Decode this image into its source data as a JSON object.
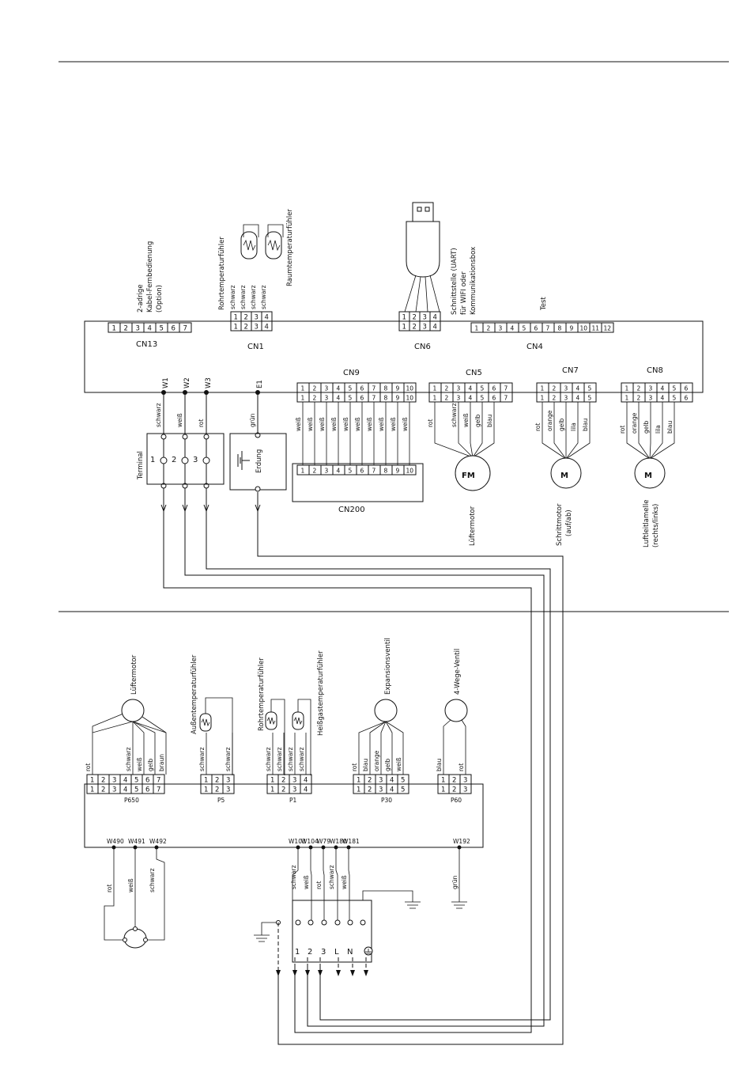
{
  "indoor": {
    "connectors": [
      {
        "id": "cn13",
        "name": "CN13",
        "pins": [
          "1",
          "2",
          "3",
          "4",
          "5",
          "6",
          "7"
        ],
        "label": [
          "2-adrige",
          "Kabel-Fernbedienung",
          "(Option)"
        ]
      },
      {
        "id": "cn1",
        "name": "CN1",
        "pins": [
          "1",
          "2",
          "3",
          "4"
        ],
        "pins2": [
          "1",
          "2",
          "3",
          "4"
        ],
        "wires": [
          "schwarz",
          "schwarz",
          "schwarz",
          "schwarz"
        ],
        "sensors": [
          "Rohrtemperaturfühler",
          "Raumtemperaturfühler"
        ]
      },
      {
        "id": "cn6",
        "name": "CN6",
        "pins": [
          "1",
          "2",
          "3",
          "4"
        ],
        "pins2": [
          "1",
          "2",
          "3",
          "4"
        ],
        "label": [
          "Schnittstelle (UART)",
          "für WIFI oder",
          "Kommunikationsbox"
        ]
      },
      {
        "id": "cn4",
        "name": "CN4",
        "pins": [
          "1",
          "2",
          "3",
          "4",
          "5",
          "6",
          "7",
          "8",
          "9",
          "10",
          "11",
          "12"
        ],
        "label": [
          "Test"
        ]
      },
      {
        "id": "cn9",
        "name": "CN9",
        "pins": [
          "1",
          "2",
          "3",
          "4",
          "5",
          "6",
          "7",
          "8",
          "9",
          "10"
        ],
        "pins2": [
          "1",
          "2",
          "3",
          "4",
          "5",
          "6",
          "7",
          "8",
          "9",
          "10"
        ],
        "wires": [
          "weiß",
          "weiß",
          "weiß",
          "weiß",
          "weiß",
          "weiß",
          "weiß",
          "weiß",
          "weiß",
          "weiß"
        ]
      },
      {
        "id": "cn200",
        "name": "CN200",
        "pins": [
          "1",
          "2",
          "3",
          "4",
          "5",
          "6",
          "7",
          "8",
          "9",
          "10"
        ]
      },
      {
        "id": "cn5",
        "name": "CN5",
        "pins": [
          "1",
          "2",
          "3",
          "4",
          "5",
          "6",
          "7"
        ],
        "pins2": [
          "1",
          "2",
          "3",
          "4",
          "5",
          "6",
          "7"
        ],
        "wires": [
          "rot",
          "schwarz",
          "weiß",
          "gelb",
          "blau"
        ],
        "motor": "FM",
        "label": [
          "Lüftermotor"
        ]
      },
      {
        "id": "cn7",
        "name": "CN7",
        "pins": [
          "1",
          "2",
          "3",
          "4",
          "5"
        ],
        "pins2": [
          "1",
          "2",
          "3",
          "4",
          "5"
        ],
        "wires": [
          "rot",
          "orange",
          "gelb",
          "lila",
          "blau"
        ],
        "motor": "M",
        "label": [
          "Schrittmotor",
          "(auf/ab)"
        ]
      },
      {
        "id": "cn8",
        "name": "CN8",
        "pins": [
          "1",
          "2",
          "3",
          "4",
          "5",
          "6"
        ],
        "pins2": [
          "1",
          "2",
          "3",
          "4",
          "5",
          "6"
        ],
        "wires": [
          "rot",
          "orange",
          "gelb",
          "lila",
          "blau"
        ],
        "motor": "M",
        "label": [
          "Luftleitlamelle",
          "(rechts/links)"
        ]
      }
    ],
    "terminal": {
      "label": "Terminal",
      "pins": [
        "W1",
        "W2",
        "W3"
      ],
      "numbers": [
        "1",
        "2",
        "3"
      ],
      "wires": [
        "schwarz",
        "weiß",
        "rot"
      ]
    },
    "earth": {
      "pin": "E1",
      "wire": "grün",
      "label": "Erdung"
    }
  },
  "outdoor": {
    "connectors": [
      {
        "id": "p650",
        "name": "P650",
        "pins": [
          "1",
          "2",
          "3",
          "4",
          "5",
          "6",
          "7"
        ],
        "pins2": [
          "1",
          "2",
          "3",
          "4",
          "5",
          "6",
          "7"
        ],
        "wires": [
          "rot",
          "schwarz",
          "weiß",
          "gelb",
          "braun"
        ],
        "label": "Lüftermotor"
      },
      {
        "id": "p5",
        "name": "P5",
        "pins": [
          "1",
          "2",
          "3"
        ],
        "pins2": [
          "1",
          "2",
          "3"
        ],
        "wires": [
          "schwarz",
          "schwarz"
        ],
        "label": "Außentemperaturfühler"
      },
      {
        "id": "p1",
        "name": "P1",
        "pins": [
          "1",
          "2",
          "3",
          "4"
        ],
        "pins2": [
          "1",
          "2",
          "3",
          "4"
        ],
        "wires": [
          "schwarz",
          "schwarz",
          "schwarz",
          "schwarz"
        ],
        "label": [
          "Rohrtemperaturfühler",
          "Heißgastemperaturfühler"
        ]
      },
      {
        "id": "p30",
        "name": "P30",
        "pins": [
          "1",
          "2",
          "3",
          "4",
          "5"
        ],
        "pins2": [
          "1",
          "2",
          "3",
          "4",
          "5"
        ],
        "wires": [
          "rot",
          "blau",
          "orange",
          "gelb",
          "weiß"
        ],
        "label": "Expansionsventil"
      },
      {
        "id": "p60",
        "name": "P60",
        "pins": [
          "1",
          "2",
          "3"
        ],
        "pins2": [
          "1",
          "2",
          "3"
        ],
        "wires": [
          "blau",
          "rot"
        ],
        "label": "4-Wege-Ventil"
      }
    ],
    "compressor_pins": [
      "W490",
      "W491",
      "W492"
    ],
    "compressor_wires": [
      "rot",
      "weiß",
      "schwarz"
    ],
    "terminal_pins": [
      "W103",
      "W104",
      "W79",
      "W180",
      "W181"
    ],
    "terminal_wires": [
      "schwarz",
      "weiß",
      "rot",
      "schwarz",
      "weiß"
    ],
    "terminal_labels": [
      "1",
      "2",
      "3",
      "L",
      "N"
    ],
    "earth_pin": "W192",
    "earth_wire": "grün"
  }
}
